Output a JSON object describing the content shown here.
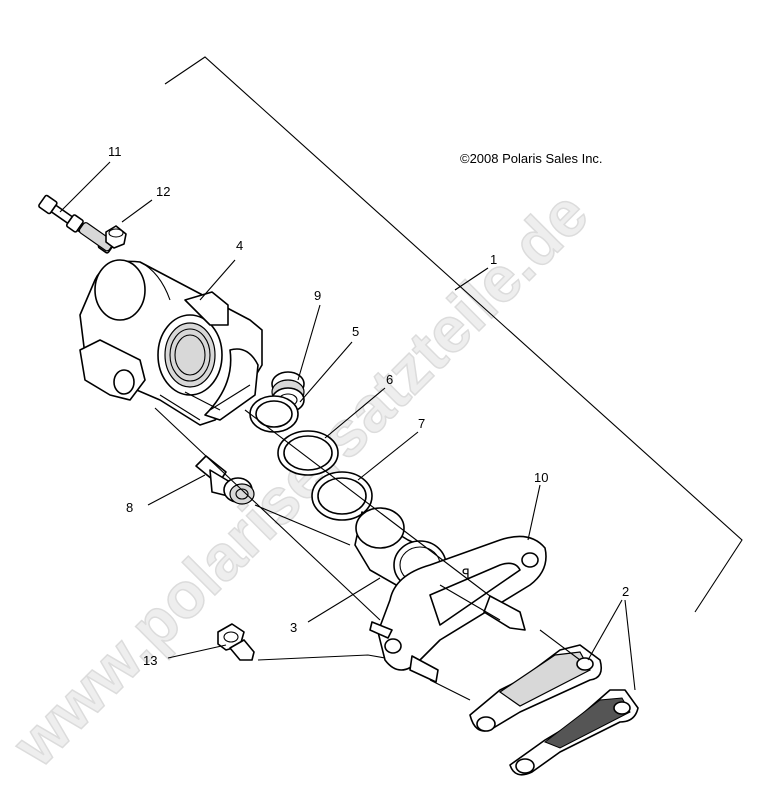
{
  "copyright": "©2008 Polaris Sales Inc.",
  "watermark": "www.polarisersatzteile.de",
  "callouts": [
    "1",
    "2",
    "3",
    "4",
    "5",
    "6",
    "7",
    "8",
    "9",
    "10",
    "11",
    "12",
    "13"
  ],
  "colors": {
    "line": "#000000",
    "background": "#ffffff",
    "watermark": "#dcdcdc"
  }
}
